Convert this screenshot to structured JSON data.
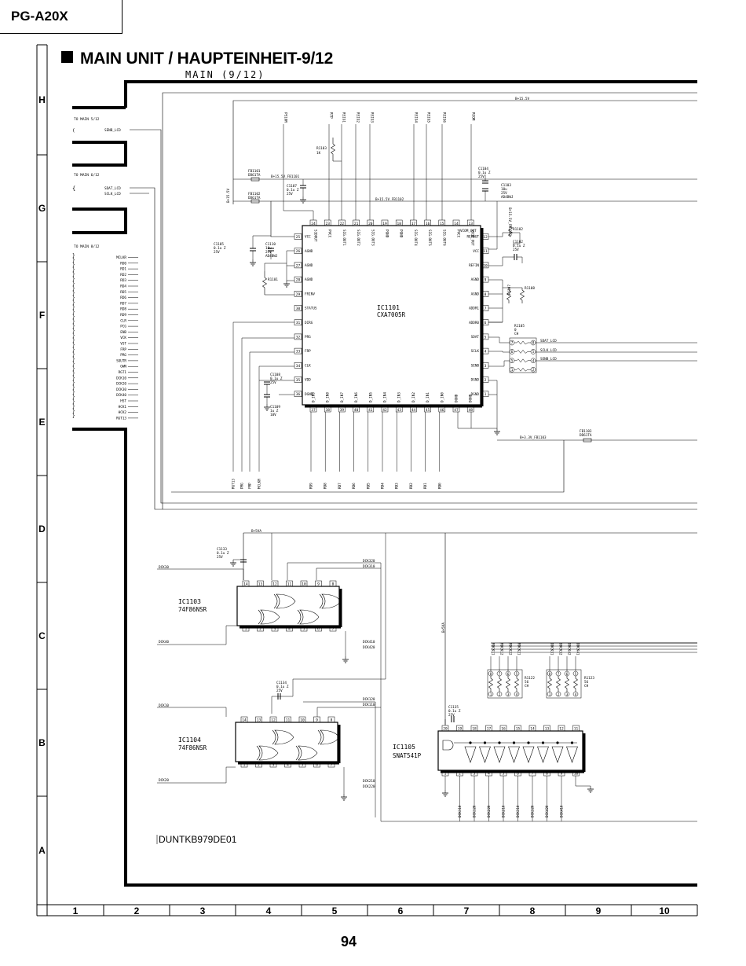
{
  "model": "PG-A20X",
  "title": "MAIN UNIT / HAUPTEINHEIT-9/12",
  "subtitle": "MAIN (9/12)",
  "page_number": "94",
  "drawing_code": "DUNTKB979DE01",
  "grid": {
    "row_labels": [
      "H",
      "G",
      "F",
      "E",
      "D",
      "C",
      "B",
      "A"
    ],
    "column_labels": [
      "1",
      "2",
      "3",
      "4",
      "5",
      "6",
      "7",
      "8",
      "9",
      "10"
    ]
  },
  "connectors": {
    "to_main_5": "TO MAIN 5/12",
    "to_main_6": "TO MAIN 6/12",
    "to_main_8": "TO MAIN 8/12",
    "senb_lcd": "SENB_LCD",
    "sdat_lcd": "SDAT_LCD",
    "sclk_lcd": "SCLK_LCD",
    "signals_8": [
      "MCLKR",
      "RD0",
      "RD1",
      "RD2",
      "RD3",
      "RD4",
      "RD5",
      "RD6",
      "RD7",
      "RD8",
      "RD9",
      "CLR",
      "PCG",
      "ENB",
      "VCK",
      "VST",
      "FRP",
      "PRG",
      "SOUTR",
      "OWN",
      "RGT1",
      "DCK10",
      "DCK20",
      "DCK30",
      "DCK40",
      "HST",
      "HCK1",
      "HCK2",
      "RGT13"
    ]
  },
  "ic1101": {
    "ref": "IC1101",
    "part": "CXA7005R",
    "top_pins": [
      {
        "num": "24",
        "label": "S1DOUT"
      },
      {
        "num": "23",
        "label": "PVCC"
      },
      {
        "num": "22",
        "label": "SIG.OUT1"
      },
      {
        "num": "21",
        "label": "SIG.OUT2"
      },
      {
        "num": "20",
        "label": "SIG.OUT3"
      },
      {
        "num": "19",
        "label": "PGND"
      },
      {
        "num": "18",
        "label": "PGND"
      },
      {
        "num": "17",
        "label": "SIG.OUT4"
      },
      {
        "num": "16",
        "label": "SIG.OUT5"
      },
      {
        "num": "15",
        "label": "SIG.OUT6"
      },
      {
        "num": "14",
        "label": "PVCC"
      },
      {
        "num": "13",
        "label": "VCOM_OUT"
      }
    ],
    "top_nets": [
      "PS1OR",
      "RTP",
      "RSIG1",
      "RSIG2",
      "RSIG3",
      "RSIG4",
      "RSIG5",
      "RSIG6",
      "RCOM"
    ],
    "left_pins": [
      {
        "num": "25",
        "label": "VCC"
      },
      {
        "num": "26",
        "label": "AGND"
      },
      {
        "num": "27",
        "label": "AGND"
      },
      {
        "num": "28",
        "label": "AGND"
      },
      {
        "num": "29",
        "label": "FRINV"
      },
      {
        "num": "30",
        "label": "STATUS"
      },
      {
        "num": "31",
        "label": "DIRG"
      },
      {
        "num": "32",
        "label": "PRG"
      },
      {
        "num": "33",
        "label": "FRP"
      },
      {
        "num": "34",
        "label": "CLK"
      },
      {
        "num": "35",
        "label": "VDD"
      },
      {
        "num": "36",
        "label": "DGND"
      }
    ],
    "right_pins": [
      {
        "num": "12",
        "label": "REFOUT"
      },
      {
        "num": "11",
        "label": "VCC"
      },
      {
        "num": "10",
        "label": "REFIN"
      },
      {
        "num": "9",
        "label": "AGND"
      },
      {
        "num": "8",
        "label": "AGND"
      },
      {
        "num": "7",
        "label": "ADDR1"
      },
      {
        "num": "6",
        "label": "ADDR0"
      },
      {
        "num": "5",
        "label": "SDAT"
      },
      {
        "num": "4",
        "label": "SCLK"
      },
      {
        "num": "3",
        "label": "SENB"
      },
      {
        "num": "2",
        "label": "DGND"
      },
      {
        "num": "1",
        "label": "DGND"
      }
    ],
    "bottom_pins": [
      {
        "num": "37",
        "label": "D_IN9"
      },
      {
        "num": "38",
        "label": "D_IN8"
      },
      {
        "num": "39",
        "label": "D_IN7"
      },
      {
        "num": "40",
        "label": "D_IN6"
      },
      {
        "num": "41",
        "label": "D_IN5"
      },
      {
        "num": "42",
        "label": "D_IN4"
      },
      {
        "num": "43",
        "label": "D_IN3"
      },
      {
        "num": "44",
        "label": "D_IN2"
      },
      {
        "num": "45",
        "label": "D_IN1"
      },
      {
        "num": "46",
        "label": "D_IN0"
      },
      {
        "num": "47",
        "label": "DGND"
      },
      {
        "num": "48",
        "label": "DGND"
      }
    ],
    "bottom_nets": [
      "RD9",
      "RD8",
      "RD7",
      "RD6",
      "RD5",
      "RD4",
      "RD3",
      "RD2",
      "RD1",
      "RD0"
    ],
    "left_nets": [
      "RGT13",
      "PRG",
      "FRP",
      "MCLKR"
    ]
  },
  "ic1103": {
    "ref": "IC1103",
    "part": "74F86NSR",
    "top_pins": [
      "14",
      "13",
      "12",
      "11",
      "10",
      "9",
      "8"
    ],
    "bottom_pins": [
      "1",
      "2",
      "3",
      "4",
      "5",
      "6",
      "7"
    ]
  },
  "ic1104": {
    "ref": "IC1104",
    "part": "74F86NSR",
    "top_pins": [
      "14",
      "13",
      "12",
      "11",
      "10",
      "9",
      "8"
    ],
    "bottom_pins": [
      "1",
      "2",
      "3",
      "4",
      "5",
      "6",
      "7"
    ]
  },
  "ic1105": {
    "ref": "IC1105",
    "part": "SNAT541P",
    "top_pins": [
      "20",
      "19",
      "18",
      "17",
      "16",
      "15",
      "14",
      "13",
      "12",
      "11"
    ],
    "bottom_pins": [
      "1",
      "2",
      "3",
      "4",
      "5",
      "6",
      "7",
      "8",
      "9",
      "10"
    ]
  },
  "components": {
    "r1103": "R1103",
    "r1103_val": "1K",
    "fb1101": "FB1101",
    "fb1101_val": "DD61TA",
    "fb1102": "FB1102",
    "fb1102_val": "DD61TA",
    "fb1103": "FB1103",
    "fb1103_val": "DD61TA",
    "c1104": "C1104",
    "c1104_val": "0.1u Z",
    "c1104_v": "25V",
    "c1103": "C1103",
    "c1103_val": "10u",
    "c1103_v": "25V",
    "c1103_t": "AD4BWJ",
    "c1107": "C1107",
    "c1107_val": "0.1u Z",
    "c1107_v": "25V",
    "c1110": "C1110",
    "c1110_val": "10u",
    "c1110_v": "25V",
    "c1110_t": "AD4BWJ",
    "c1105": "C1105",
    "c1105_val": "0.1u Z",
    "c1105_v": "25V",
    "r1101": "R1101",
    "r1102": "R1102",
    "c1102": "C1102",
    "c1102_val": "0.1u Z",
    "c1102_v": "25V",
    "r1107": "R1107",
    "r1108": "R1108",
    "r1105": "R1105",
    "r1105_val": "0",
    "r1105_t": "CH",
    "c1108": "C1108",
    "c1108_val": "0.1u Z",
    "c1108_v": "25V",
    "c1109": "C1109",
    "c1109_val": "1u Z",
    "c1109_v": "10V",
    "c1133": "C1133",
    "c1133_val": "0.1u Z",
    "c1133_v": "25V",
    "c1134": "C1134",
    "c1134_val": "0.1u Z",
    "c1134_v": "25V",
    "c1135": "C1135",
    "c1135_val": "0.1u Z",
    "c1135_v": "25V",
    "r1122": "R1122",
    "r1122_val": "56",
    "r1122_t": "CH",
    "r1123": "R1123",
    "r1123_val": "56",
    "r1123_t": "CH"
  },
  "nets": {
    "b15v": "B+15.5V",
    "b15v_fb1101": "B+15.5V_FB1101",
    "b15v_fb1102": "B+15.5V_FB1102",
    "b33v_fb1103": "B+3.3V_FB1103",
    "b5va": "B+5VA",
    "dck30": "DCK30",
    "dck40": "DCK40",
    "dck10": "DCK10",
    "dck20": "DCK20",
    "dck320": "DCK320",
    "dck310": "DCK310",
    "dck410": "DCK410",
    "dck420": "DCK420",
    "dck120": "DCK120",
    "dck110": "DCK110",
    "dck210": "DCK210",
    "dck220": "DCK220",
    "ic1105_top_nets": [
      "RDCK11",
      "RDCK12",
      "RDCK22",
      "RDCK21",
      "DDCK31",
      "DDCK32",
      "DDCK42",
      "DDCK41"
    ],
    "ic1105_bottom_nets": [
      "DCK110",
      "DCK120",
      "DCK220",
      "DCK210",
      "DCK310",
      "DCK320",
      "DCK420",
      "DCK410"
    ]
  }
}
